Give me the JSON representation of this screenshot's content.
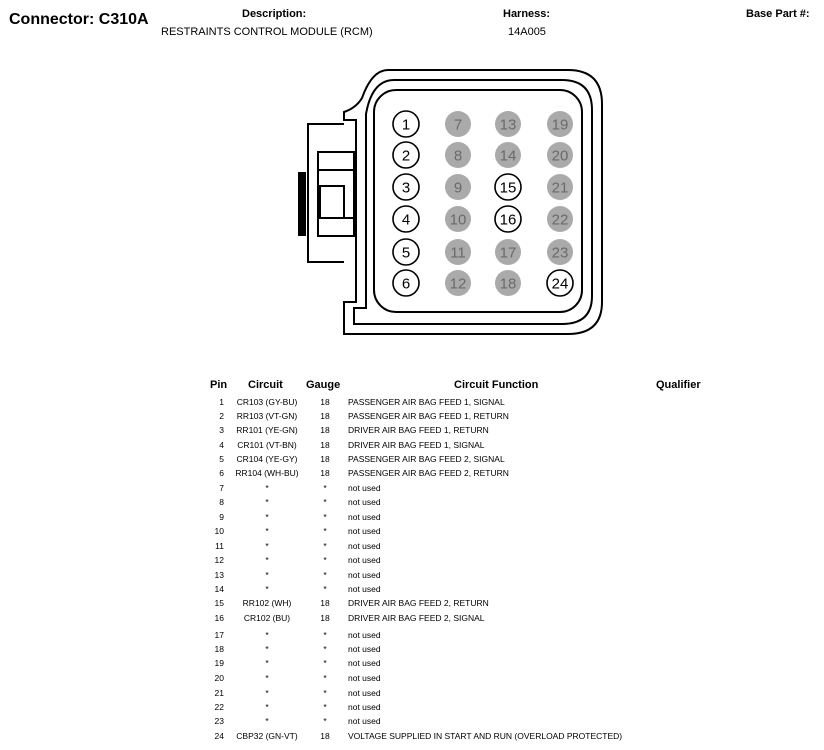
{
  "header": {
    "title": "Connector: C310A",
    "description_label": "Description:",
    "description_value": "RESTRAINTS CONTROL MODULE (RCM)",
    "harness_label": "Harness:",
    "harness_value": "14A005",
    "base_part_label": "Base Part #:"
  },
  "table": {
    "headers": {
      "pin": "Pin",
      "circuit": "Circuit",
      "gauge": "Gauge",
      "function": "Circuit Function",
      "qualifier": "Qualifier"
    },
    "rows": [
      {
        "pin": "1",
        "circuit": "CR103 (GY-BU)",
        "gauge": "18",
        "function": "PASSENGER AIR BAG FEED 1, SIGNAL",
        "qualifier": ""
      },
      {
        "pin": "2",
        "circuit": "RR103 (VT-GN)",
        "gauge": "18",
        "function": "PASSENGER AIR BAG FEED 1, RETURN",
        "qualifier": ""
      },
      {
        "pin": "3",
        "circuit": "RR101 (YE-GN)",
        "gauge": "18",
        "function": "DRIVER AIR BAG FEED 1, RETURN",
        "qualifier": ""
      },
      {
        "pin": "4",
        "circuit": "CR101 (VT-BN)",
        "gauge": "18",
        "function": "DRIVER AIR BAG FEED 1, SIGNAL",
        "qualifier": ""
      },
      {
        "pin": "5",
        "circuit": "CR104 (YE-GY)",
        "gauge": "18",
        "function": "PASSENGER AIR BAG FEED 2, SIGNAL",
        "qualifier": ""
      },
      {
        "pin": "6",
        "circuit": "RR104 (WH-BU)",
        "gauge": "18",
        "function": "PASSENGER AIR BAG FEED 2, RETURN",
        "qualifier": ""
      },
      {
        "pin": "7",
        "circuit": "*",
        "gauge": "*",
        "function": "not used",
        "qualifier": ""
      },
      {
        "pin": "8",
        "circuit": "*",
        "gauge": "*",
        "function": "not used",
        "qualifier": ""
      },
      {
        "pin": "9",
        "circuit": "*",
        "gauge": "*",
        "function": "not used",
        "qualifier": ""
      },
      {
        "pin": "10",
        "circuit": "*",
        "gauge": "*",
        "function": "not used",
        "qualifier": ""
      },
      {
        "pin": "11",
        "circuit": "*",
        "gauge": "*",
        "function": "not used",
        "qualifier": ""
      },
      {
        "pin": "12",
        "circuit": "*",
        "gauge": "*",
        "function": "not used",
        "qualifier": ""
      },
      {
        "pin": "13",
        "circuit": "*",
        "gauge": "*",
        "function": "not used",
        "qualifier": ""
      },
      {
        "pin": "14",
        "circuit": "*",
        "gauge": "*",
        "function": "not used",
        "qualifier": ""
      },
      {
        "pin": "15",
        "circuit": "RR102 (WH)",
        "gauge": "18",
        "function": "DRIVER AIR BAG FEED 2, RETURN",
        "qualifier": ""
      },
      {
        "pin": "16",
        "circuit": "CR102 (BU)",
        "gauge": "18",
        "function": "DRIVER AIR BAG FEED 2, SIGNAL",
        "qualifier": ""
      },
      {
        "pin": "17",
        "circuit": "*",
        "gauge": "*",
        "function": "not used",
        "qualifier": ""
      },
      {
        "pin": "18",
        "circuit": "*",
        "gauge": "*",
        "function": "not used",
        "qualifier": ""
      },
      {
        "pin": "19",
        "circuit": "*",
        "gauge": "*",
        "function": "not used",
        "qualifier": ""
      },
      {
        "pin": "20",
        "circuit": "*",
        "gauge": "*",
        "function": "not used",
        "qualifier": ""
      },
      {
        "pin": "21",
        "circuit": "*",
        "gauge": "*",
        "function": "not used",
        "qualifier": ""
      },
      {
        "pin": "22",
        "circuit": "*",
        "gauge": "*",
        "function": "not used",
        "qualifier": ""
      },
      {
        "pin": "23",
        "circuit": "*",
        "gauge": "*",
        "function": "not used",
        "qualifier": ""
      },
      {
        "pin": "24",
        "circuit": "CBP32 (GN-VT)",
        "gauge": "18",
        "function": "VOLTAGE SUPPLIED IN START AND RUN (OVERLOAD PROTECTED)",
        "qualifier": ""
      }
    ]
  },
  "connector": {
    "columns": [
      [
        {
          "label": "1",
          "used": true
        },
        {
          "label": "2",
          "used": true
        },
        {
          "label": "3",
          "used": true
        },
        {
          "label": "4",
          "used": true
        },
        {
          "label": "5",
          "used": true
        },
        {
          "label": "6",
          "used": true
        }
      ],
      [
        {
          "label": "7",
          "used": false
        },
        {
          "label": "8",
          "used": false
        },
        {
          "label": "9",
          "used": false
        },
        {
          "label": "10",
          "used": false
        },
        {
          "label": "11",
          "used": false
        },
        {
          "label": "12",
          "used": false
        }
      ],
      [
        {
          "label": "13",
          "used": false
        },
        {
          "label": "14",
          "used": false
        },
        {
          "label": "15",
          "used": true
        },
        {
          "label": "16",
          "used": true
        },
        {
          "label": "17",
          "used": false
        },
        {
          "label": "18",
          "used": false
        }
      ],
      [
        {
          "label": "19",
          "used": false
        },
        {
          "label": "20",
          "used": false
        },
        {
          "label": "21",
          "used": false
        },
        {
          "label": "22",
          "used": false
        },
        {
          "label": "23",
          "used": false
        },
        {
          "label": "24",
          "used": true
        }
      ]
    ],
    "colors": {
      "unused_fill": "#aaaaaa",
      "unused_text": "#6a6a6a",
      "used_fill": "#ffffff",
      "outline": "#000000"
    }
  }
}
